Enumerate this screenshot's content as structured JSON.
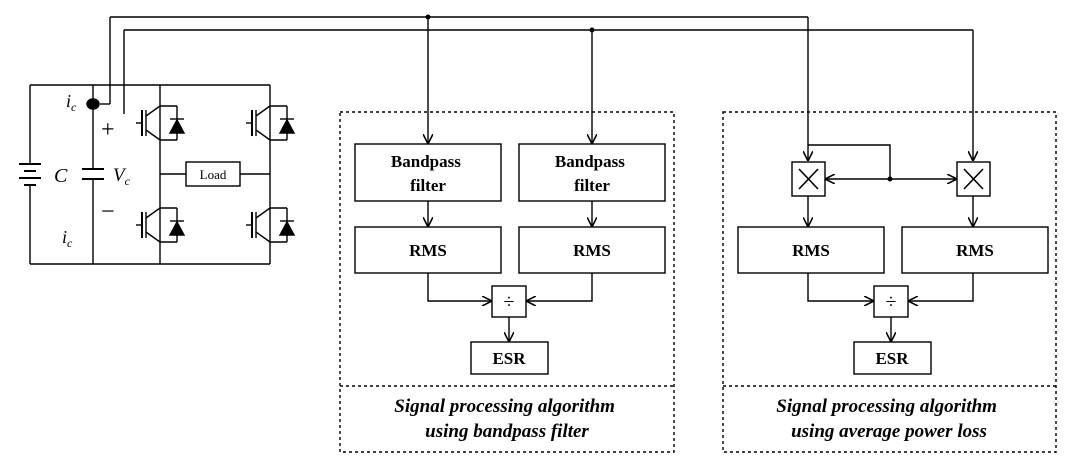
{
  "circuit": {
    "current_label": "i",
    "current_subscript": "c",
    "capacitor_label": "C",
    "voltage_label": "V",
    "voltage_subscript": "c",
    "plus_sign": "+",
    "minus_sign": "−",
    "load_label": "Load"
  },
  "panel_bandpass": {
    "filter_block_1": [
      "Bandpass",
      "filter"
    ],
    "filter_block_2": [
      "Bandpass",
      "filter"
    ],
    "rms_1": "RMS",
    "rms_2": "RMS",
    "divider_symbol": "÷",
    "esr_label": "ESR",
    "caption_line1": "Signal processing algorithm",
    "caption_line2": "using bandpass filter"
  },
  "panel_power": {
    "multiplier_symbol": "×",
    "rms_1": "RMS",
    "rms_2": "RMS",
    "divider_symbol": "÷",
    "esr_label": "ESR",
    "caption_line1": "Signal processing algorithm",
    "caption_line2": "using average power loss"
  },
  "colors": {
    "line": "#000000",
    "background": "#ffffff"
  }
}
